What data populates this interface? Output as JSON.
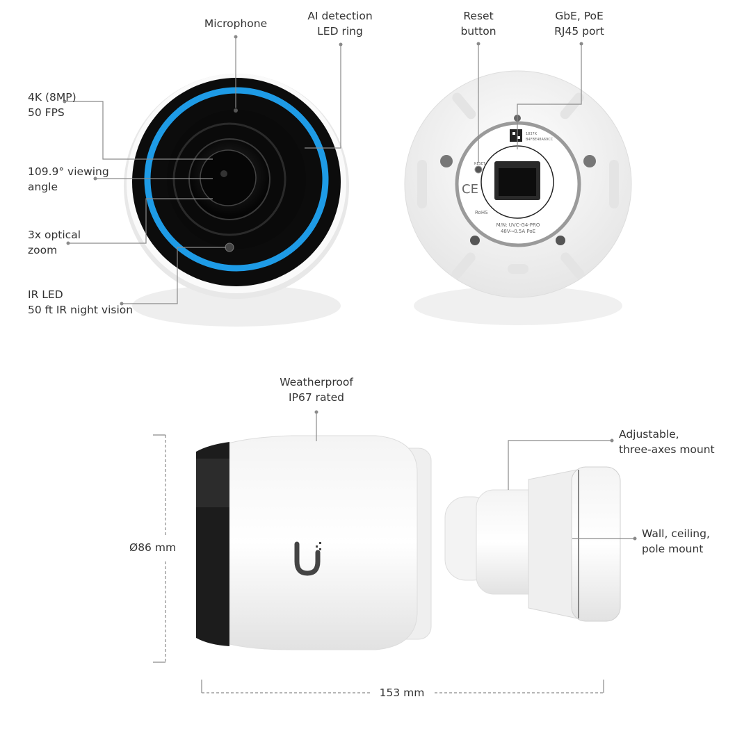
{
  "colors": {
    "led_ring": "#1e9be6",
    "leader_line": "#8a8a8a",
    "text": "#333333"
  },
  "front_view": {
    "microphone": "Microphone",
    "ai_led": [
      "AI detection",
      "LED ring"
    ],
    "resolution": [
      "4K (8MP)",
      "50 FPS"
    ],
    "viewing_angle": [
      "109.9° viewing",
      "angle"
    ],
    "optical_zoom": [
      "3x optical",
      "zoom"
    ],
    "ir_led": [
      "IR LED",
      "50 ft IR night vision"
    ]
  },
  "back_view": {
    "reset": [
      "Reset",
      "button"
    ],
    "port": [
      "GbE, PoE",
      "RJ45 port"
    ],
    "device_label": {
      "reset_text": "RESET",
      "serial_1": "1837K",
      "serial_2": "B4FBE48A69CC",
      "model": "M/N: UVC-G4-PRO",
      "power": "48V⎓0.5A PoE",
      "ce": "CE",
      "rohs": "RoHS"
    }
  },
  "side_view": {
    "weatherproof": [
      "Weatherproof",
      "IP67 rated"
    ],
    "adjustable_mount": [
      "Adjustable,",
      "three-axes mount"
    ],
    "wall_mount": [
      "Wall, ceiling,",
      "pole mount"
    ],
    "diameter": "Ø86 mm",
    "length": "153 mm",
    "logo": "U"
  }
}
